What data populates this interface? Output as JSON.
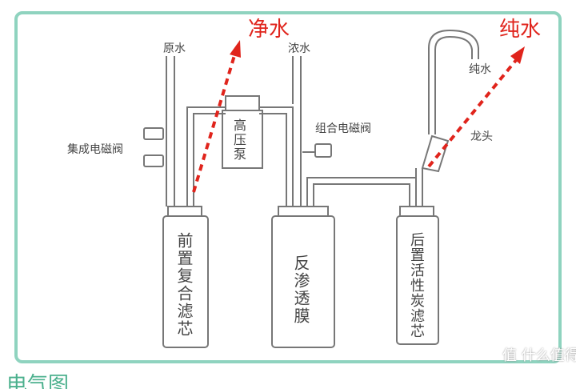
{
  "labels": {
    "raw_water": "原水",
    "concentrate": "浓水",
    "pump": "高压泵",
    "integrated_valve": "集成电磁阀",
    "combo_valve": "组合电磁阀",
    "pure_water_small": "纯水",
    "faucet": "龙头",
    "pre_filter": "前置复合滤芯",
    "ro_membrane": "反渗透膜",
    "post_filter": "后置活性炭滤芯"
  },
  "annotations": {
    "clean_water": "净水",
    "pure_water": "纯水"
  },
  "caption": "电气图",
  "watermark": "值 什么值得买",
  "colors": {
    "frame": "#8fd3bf",
    "line": "#777777",
    "accent": "#e0241c",
    "caption": "#4bb08d"
  }
}
